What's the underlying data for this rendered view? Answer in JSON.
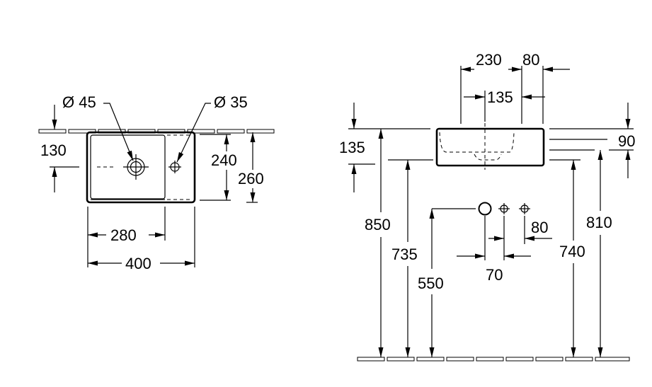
{
  "top_view": {
    "drain_diameter": "Ø 45",
    "tap_hole_diameter": "Ø 35",
    "dim_130": "130",
    "dim_240": "240",
    "dim_260": "260",
    "dim_280": "280",
    "dim_400": "400"
  },
  "side_view": {
    "dim_230": "230",
    "dim_80_top": "80",
    "dim_135_top": "135",
    "dim_135_left": "135",
    "dim_90": "90",
    "dim_850": "850",
    "dim_735": "735",
    "dim_550": "550",
    "dim_80_bottom": "80",
    "dim_70": "70",
    "dim_740": "740",
    "dim_810": "810"
  }
}
